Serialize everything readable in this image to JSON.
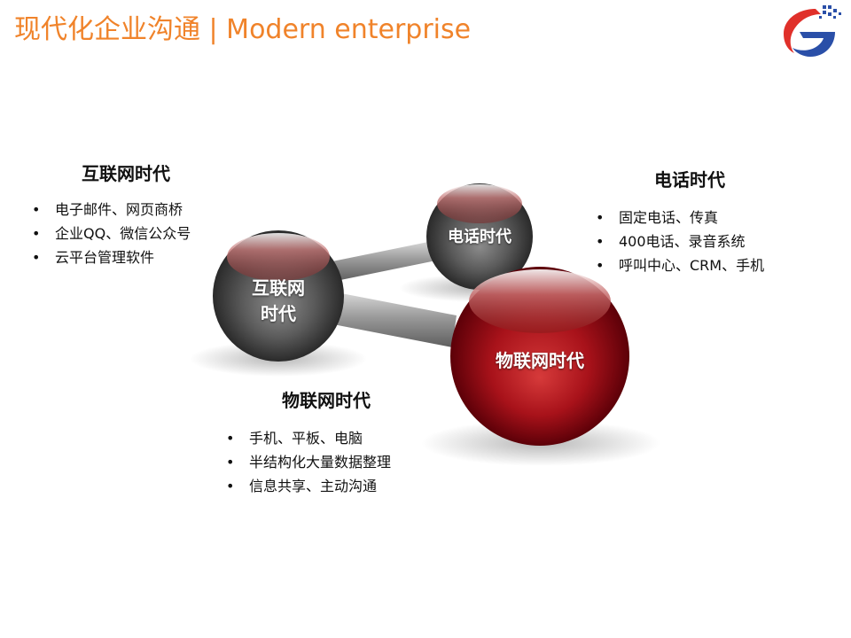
{
  "header": {
    "title": "现代化企业沟通 | Modern enterprise",
    "logo_name": "company-logo"
  },
  "colors": {
    "title": "#f0832a",
    "sphere_gray": "#5a5a5a",
    "sphere_red": "#b0141c",
    "logo_red": "#e0302a",
    "logo_blue": "#2a4fa8"
  },
  "spheres": {
    "internet": {
      "label": "互联网\n时代",
      "label_line1": "互联网",
      "label_line2": "时代"
    },
    "phone": {
      "label": "电话时代"
    },
    "iot": {
      "label": "物联网时代"
    }
  },
  "sections": {
    "internet": {
      "heading": "互联网时代",
      "items": [
        "电子邮件、网页商桥",
        "企业QQ、微信公众号",
        "云平台管理软件"
      ]
    },
    "phone": {
      "heading": "电话时代",
      "items": [
        "固定电话、传真",
        "400电话、录音系统",
        "呼叫中心、CRM、手机"
      ]
    },
    "iot": {
      "heading": "物联网时代",
      "items": [
        "手机、平板、电脑",
        "半结构化大量数据整理",
        "信息共享、主动沟通"
      ]
    }
  }
}
